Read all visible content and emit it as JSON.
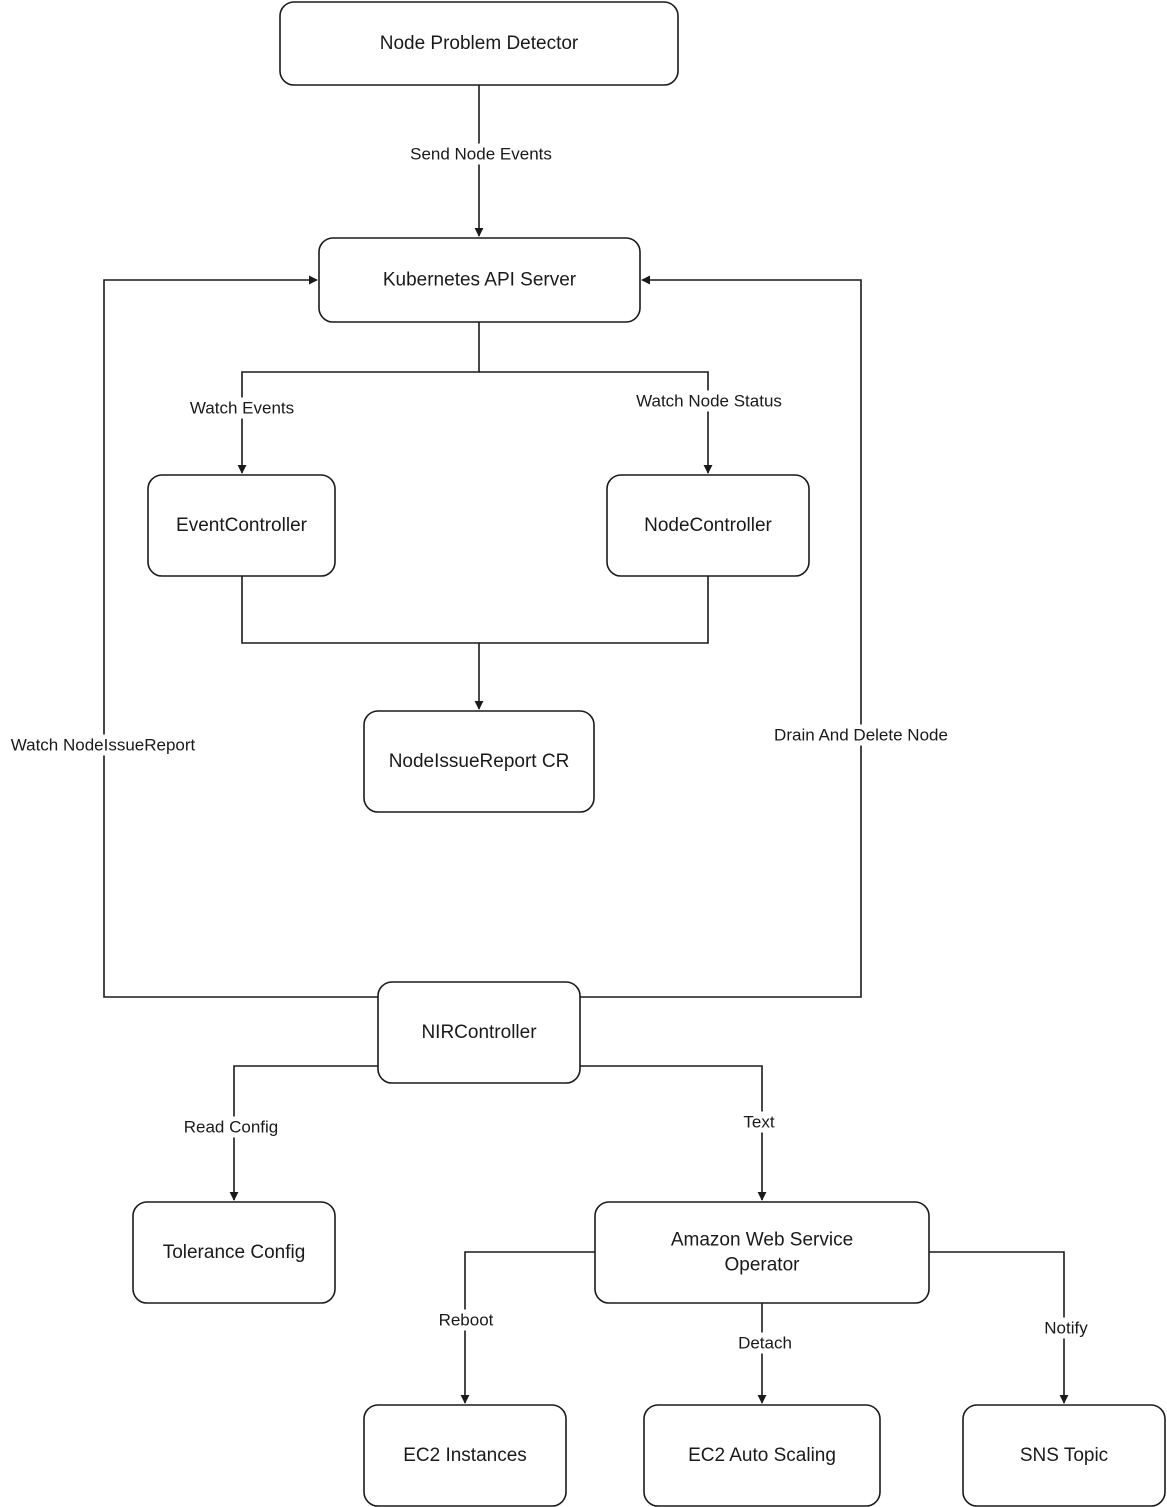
{
  "nodes": [
    {
      "id": "npd",
      "label": [
        "Node Problem Detector"
      ]
    },
    {
      "id": "api",
      "label": [
        "Kubernetes API Server"
      ]
    },
    {
      "id": "evc",
      "label": [
        "EventController"
      ]
    },
    {
      "id": "ndc",
      "label": [
        "NodeController"
      ]
    },
    {
      "id": "nir_cr",
      "label": [
        "NodeIssueReport CR"
      ]
    },
    {
      "id": "nirc",
      "label": [
        "NIRController"
      ]
    },
    {
      "id": "tol",
      "label": [
        "Tolerance Config"
      ]
    },
    {
      "id": "aws",
      "label": [
        "Amazon Web Service",
        "Operator"
      ]
    },
    {
      "id": "ec2",
      "label": [
        "EC2 Instances"
      ]
    },
    {
      "id": "asg",
      "label": [
        "EC2 Auto Scaling"
      ]
    },
    {
      "id": "sns",
      "label": [
        "SNS Topic"
      ]
    }
  ],
  "edges": [
    {
      "id": "send-node-events",
      "from": "npd",
      "to": "api",
      "label": "Send Node Events"
    },
    {
      "id": "watch-events",
      "from": "api",
      "to": "evc",
      "label": "Watch Events"
    },
    {
      "id": "watch-node-status",
      "from": "api",
      "to": "ndc",
      "label": "Watch Node Status"
    },
    {
      "id": "evc-to-nir",
      "from": "evc",
      "to": "nir_cr",
      "label": ""
    },
    {
      "id": "ndc-to-nir",
      "from": "ndc",
      "to": "nir_cr",
      "label": ""
    },
    {
      "id": "watch-nodeissuereport",
      "from": "nirc",
      "to": "api",
      "label": "Watch NodeIssueReport"
    },
    {
      "id": "drain-and-delete-node",
      "from": "nirc",
      "to": "api",
      "label": "Drain And Delete Node"
    },
    {
      "id": "read-config",
      "from": "nirc",
      "to": "tol",
      "label": "Read Config"
    },
    {
      "id": "text",
      "from": "nirc",
      "to": "aws",
      "label": "Text"
    },
    {
      "id": "reboot",
      "from": "aws",
      "to": "ec2",
      "label": "Reboot"
    },
    {
      "id": "detach",
      "from": "aws",
      "to": "asg",
      "label": "Detach"
    },
    {
      "id": "notify",
      "from": "aws",
      "to": "sns",
      "label": "Notify"
    }
  ]
}
